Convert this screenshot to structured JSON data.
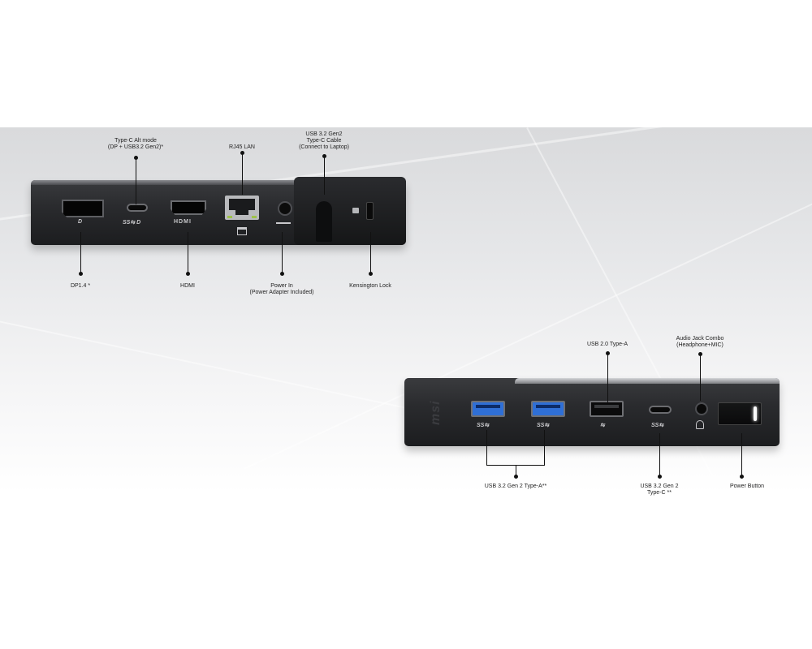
{
  "front_view": {
    "callouts_top": {
      "typec_alt": "Type-C Alt mode\n(DP + USB3.2 Gen2)*",
      "rj45": "RJ45 LAN",
      "usb_cable": "USB 3.2 Gen2\nType-C Cable\n(Connect to Laptop)"
    },
    "callouts_bottom": {
      "dp": "DP1.4 *",
      "hdmi": "HDMI",
      "power_in": "Power In\n(Power Adapter Included)",
      "kensington": "Kensington Lock"
    },
    "port_marks": {
      "dp": "D",
      "ss_dp": "SS⇆ D",
      "hdmi": "HDMI"
    }
  },
  "back_view": {
    "callouts_top": {
      "usb2": "USB 2.0 Type-A",
      "audio": "Audio Jack Combo\n(Headphone+MIC)"
    },
    "callouts_bottom": {
      "usb32a": "USB 3.2 Gen 2 Type-A**",
      "usb32c": "USB 3.2 Gen 2\nType-C **",
      "power_button": "Power Button"
    },
    "port_marks": {
      "ss1": "SS⇆",
      "ss2": "SS⇆",
      "usb2": "⇆",
      "ss_c": "SS⇆"
    },
    "brand_mark": "msi"
  },
  "colors": {
    "device_body": "#232427",
    "usb3_blue": "#2f6fd6",
    "callout_line": "#111111"
  }
}
